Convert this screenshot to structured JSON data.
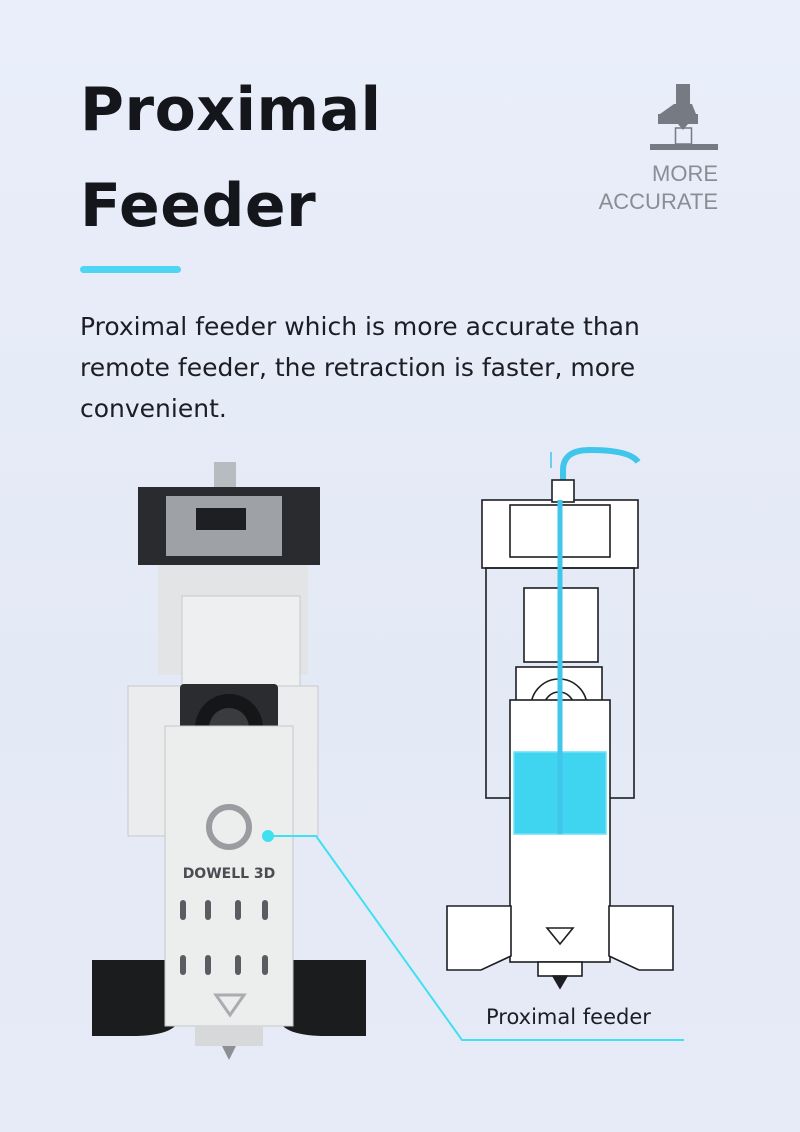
{
  "header": {
    "title_line1": "Proximal",
    "title_line2": "Feeder"
  },
  "badge": {
    "icon": "nozzle-print-icon",
    "line1": "MORE",
    "line2": "ACCURATE"
  },
  "description": "Proximal feeder which is more accurate than remote feeder, the retraction is faster, more convenient.",
  "product": {
    "brand_logo_text": "DOWELL 3D"
  },
  "diagram": {
    "callout_label": "Proximal feeder"
  },
  "colors": {
    "accent": "#4fd4f4",
    "badge_gray": "#767a82"
  }
}
